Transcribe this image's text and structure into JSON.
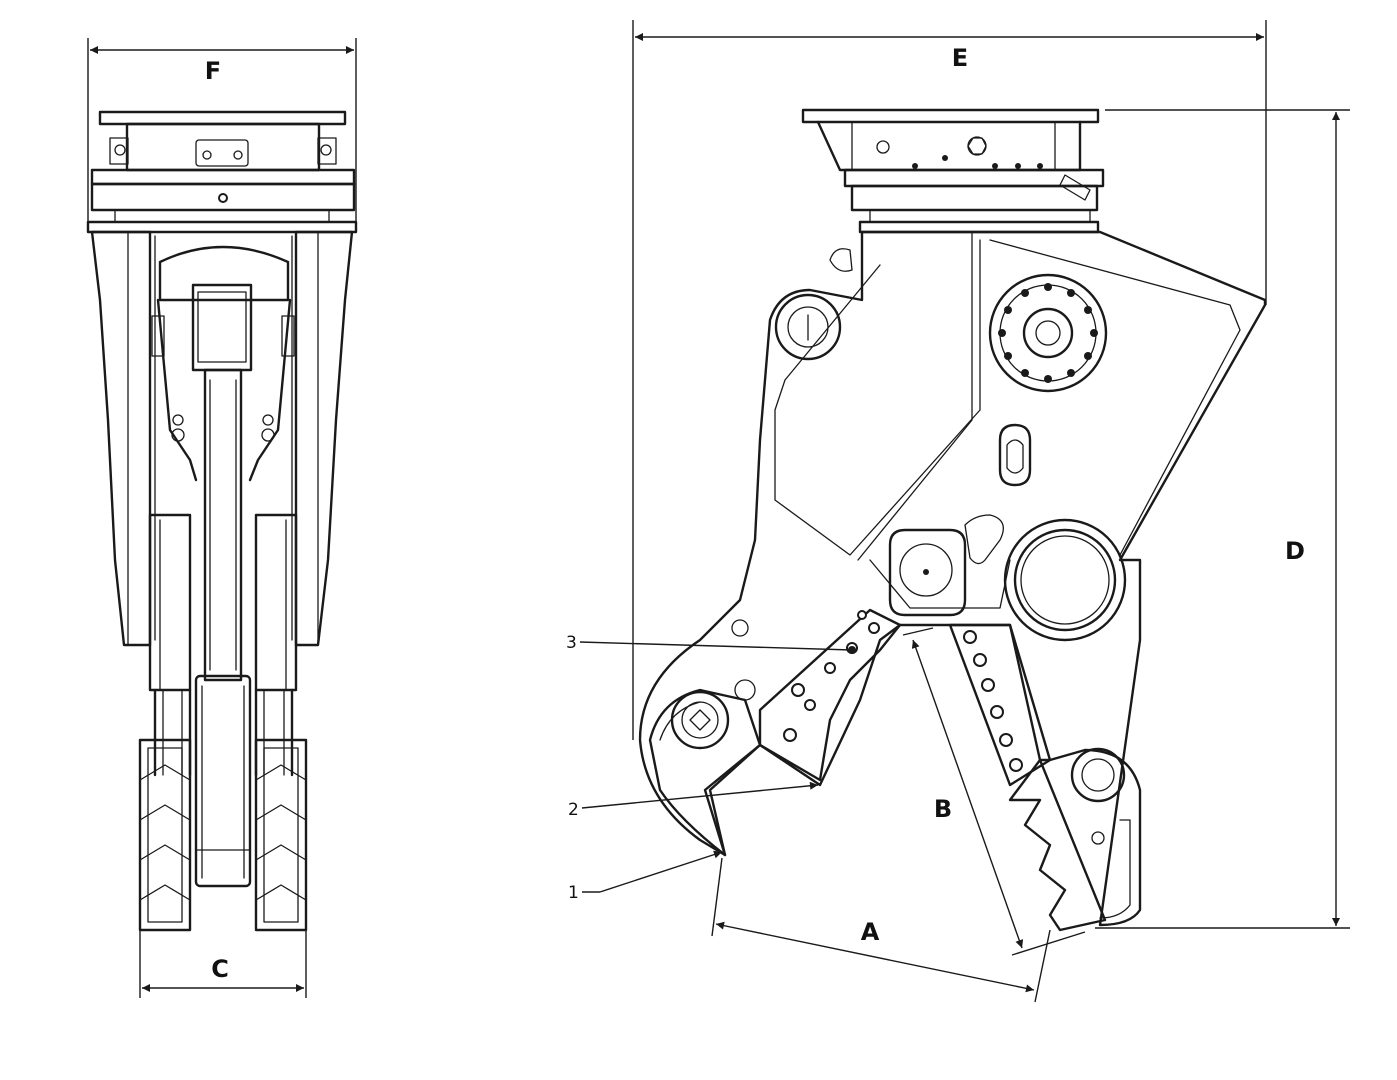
{
  "dimensions": {
    "F": "F",
    "C": "C",
    "E": "E",
    "D": "D",
    "A": "A",
    "B": "B"
  },
  "callouts": {
    "c1": "1",
    "c2": "2",
    "c3": "3"
  }
}
